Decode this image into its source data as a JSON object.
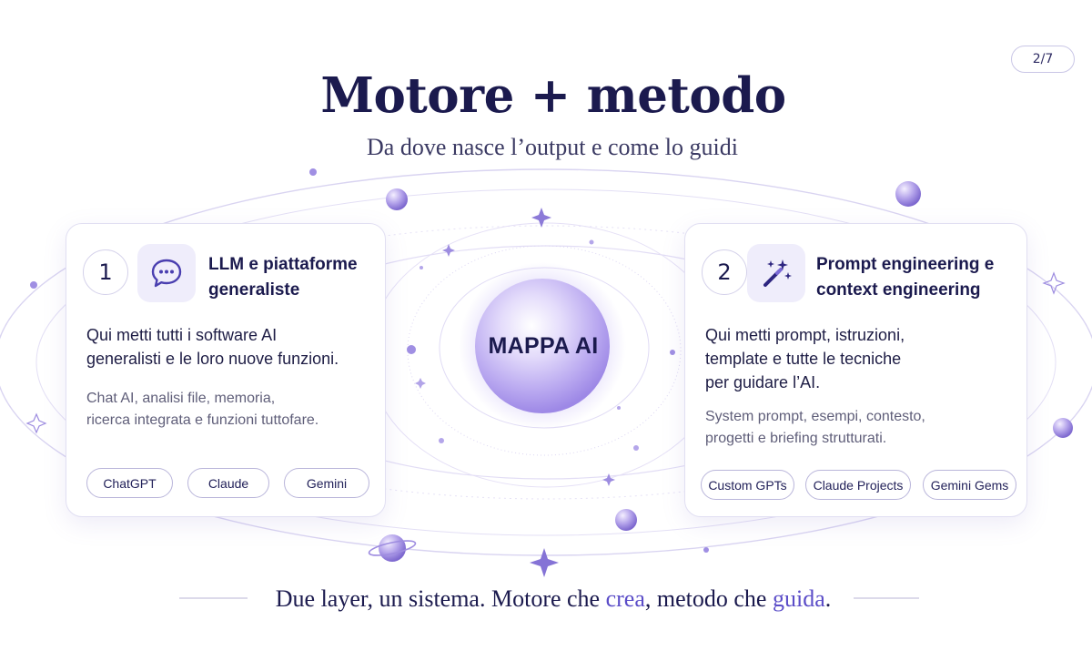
{
  "slide": {
    "page_indicator": "2/7",
    "title": "Motore + metodo",
    "subtitle": "Da dove nasce l’output e come lo guidi"
  },
  "center": {
    "label": "MAPPA AI"
  },
  "cards": [
    {
      "number": "1",
      "icon": "chat-bubble-icon",
      "heading_lines": [
        "LLM e piattaforme",
        "generaliste"
      ],
      "main_lines": [
        "Qui metti tutti i software AI",
        "generalisti e le loro nuove funzioni."
      ],
      "sub_lines": [
        "Chat AI, analisi file, memoria,",
        "ricerca integrata e funzioni tuttofare."
      ],
      "tags": [
        "ChatGPT",
        "Claude",
        "Gemini"
      ]
    },
    {
      "number": "2",
      "icon": "magic-wand-icon",
      "heading_lines": [
        "Prompt engineering e",
        "context engineering"
      ],
      "main_lines": [
        "Qui metti prompt, istruzioni,",
        "template e tutte le tecniche",
        "per guidare l’AI."
      ],
      "sub_lines": [
        "System prompt, esempi, contesto,",
        "progetti e briefing strutturati."
      ],
      "tags": [
        "Custom GPTs",
        "Claude Projects",
        "Gemini Gems"
      ]
    }
  ],
  "footer": {
    "prefix": "Due layer, un sistema. Motore che ",
    "word1": "crea",
    "middle": ", metodo che ",
    "word2": "guida",
    "suffix": "."
  },
  "colors": {
    "navy": "#1b1a4e",
    "accent": "#5b4dc8",
    "lavender": "#b7a9ec",
    "card_border": "#e1dff2"
  }
}
